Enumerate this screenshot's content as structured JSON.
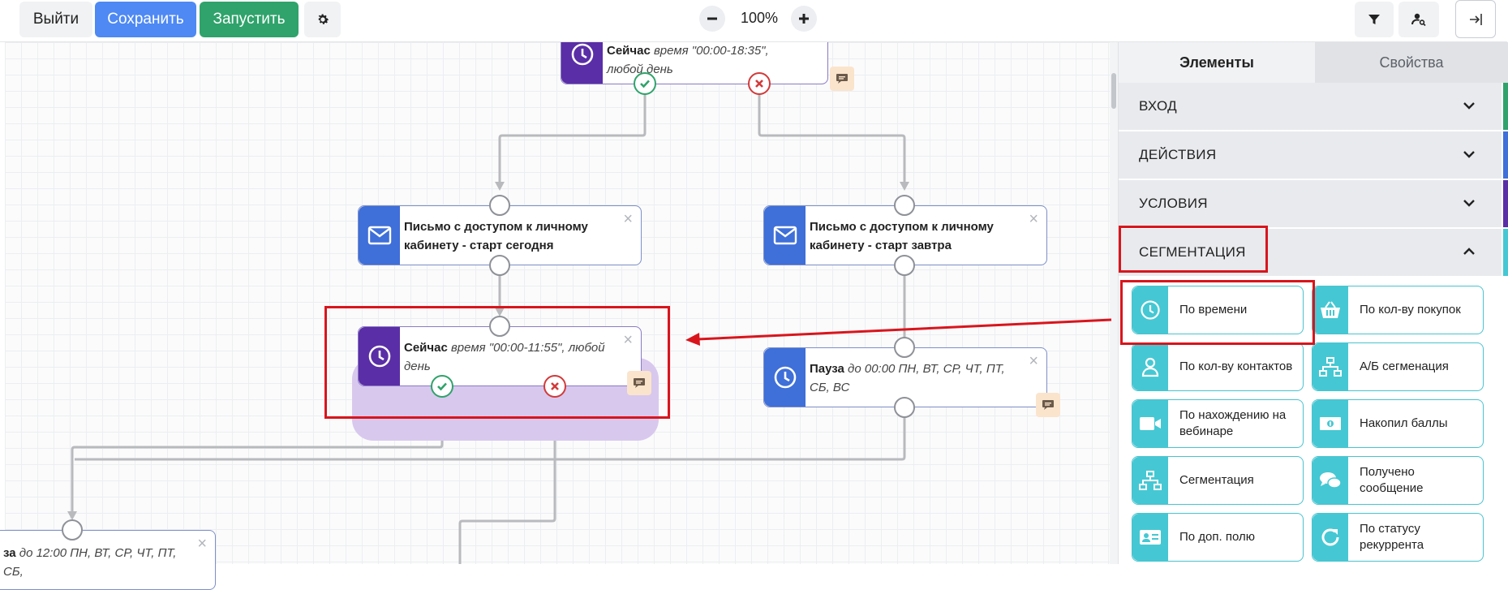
{
  "toolbar": {
    "exit_label": "Выйти",
    "save_label": "Сохранить",
    "run_label": "Запустить",
    "zoom_value": "100%"
  },
  "canvas": {
    "nodes": {
      "top_condition": {
        "title": "Сейчас",
        "detail": "время \"00:00-18:35\", любой день"
      },
      "email_today": {
        "title": "Письмо с доступом к личному кабинету - старт сегодня"
      },
      "email_tomorrow": {
        "title": "Письмо с доступом к личному кабинету - старт завтра"
      },
      "selected_condition": {
        "title": "Сейчас",
        "detail": "время \"00:00-11:55\", любой день"
      },
      "pause_right": {
        "title": "Пауза",
        "detail": "до 00:00 ПН, ВТ, СР, ЧТ, ПТ, СБ, ВС"
      },
      "pause_left": {
        "title": "за",
        "detail": "до 12:00 ПН, ВТ, СР, ЧТ, ПТ, СБ,"
      }
    },
    "close_glyph": "×"
  },
  "panel": {
    "tabs": [
      "Элементы",
      "Свойства"
    ],
    "sections": [
      {
        "label": "ВХОД",
        "color": "#2fa36b"
      },
      {
        "label": "ДЕЙСТВИЯ",
        "color": "#3f6fd8"
      },
      {
        "label": "УСЛОВИЯ",
        "color": "#5a2ea6"
      },
      {
        "label": "СЕГМЕНТАЦИЯ",
        "color": "#45c8d3"
      }
    ],
    "items": [
      {
        "label": "По времени",
        "icon": "clock-icon"
      },
      {
        "label": "По кол-ву покупок",
        "icon": "basket-icon"
      },
      {
        "label": "По кол-ву контактов",
        "icon": "person-icon"
      },
      {
        "label": "А/Б сегменация",
        "icon": "hierarchy-icon"
      },
      {
        "label": "По нахождению на вебинаре",
        "icon": "video-camera-icon"
      },
      {
        "label": "Накопил баллы",
        "icon": "money-bill-icon"
      },
      {
        "label": "Сегментация",
        "icon": "sitemap-icon"
      },
      {
        "label": "Получено сообщение",
        "icon": "chat-bubbles-icon"
      },
      {
        "label": "По доп. полю",
        "icon": "id-card-icon"
      },
      {
        "label": "По статусу рекуррента",
        "icon": "refresh-icon"
      }
    ]
  },
  "colors": {
    "accent": "#4e89f4",
    "run": "#2fa36b",
    "highlight": "#d9151c",
    "segment": "#45c8d3"
  }
}
